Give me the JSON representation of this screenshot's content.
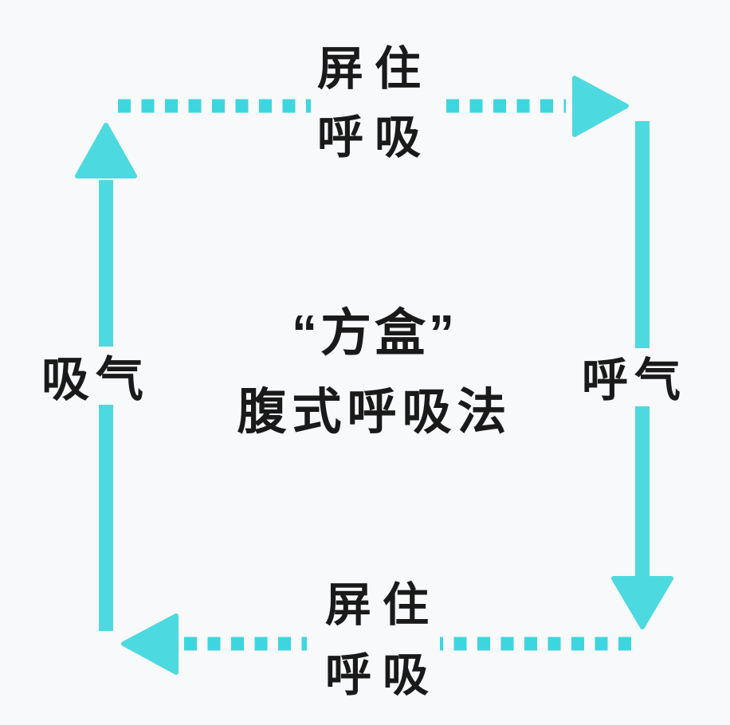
{
  "diagram": {
    "title": {
      "line1": "“方盒”",
      "line2": "腹式呼吸法"
    },
    "top_label": {
      "line1": "屏住",
      "line2": "呼吸"
    },
    "bottom_label": {
      "line1": "屏住",
      "line2": "呼吸"
    },
    "left_label": "吸气",
    "right_label": "呼气",
    "icons": {
      "top": "right-pointing-arrowhead",
      "right": "down-pointing-arrowhead",
      "bottom": "left-pointing-arrowhead",
      "left": "up-pointing-arrowhead"
    },
    "colors": {
      "arrow": "#4dd9e0",
      "dash": "#3ed6de",
      "text": "#1a1a1a",
      "background": "#f7f9fb"
    }
  }
}
